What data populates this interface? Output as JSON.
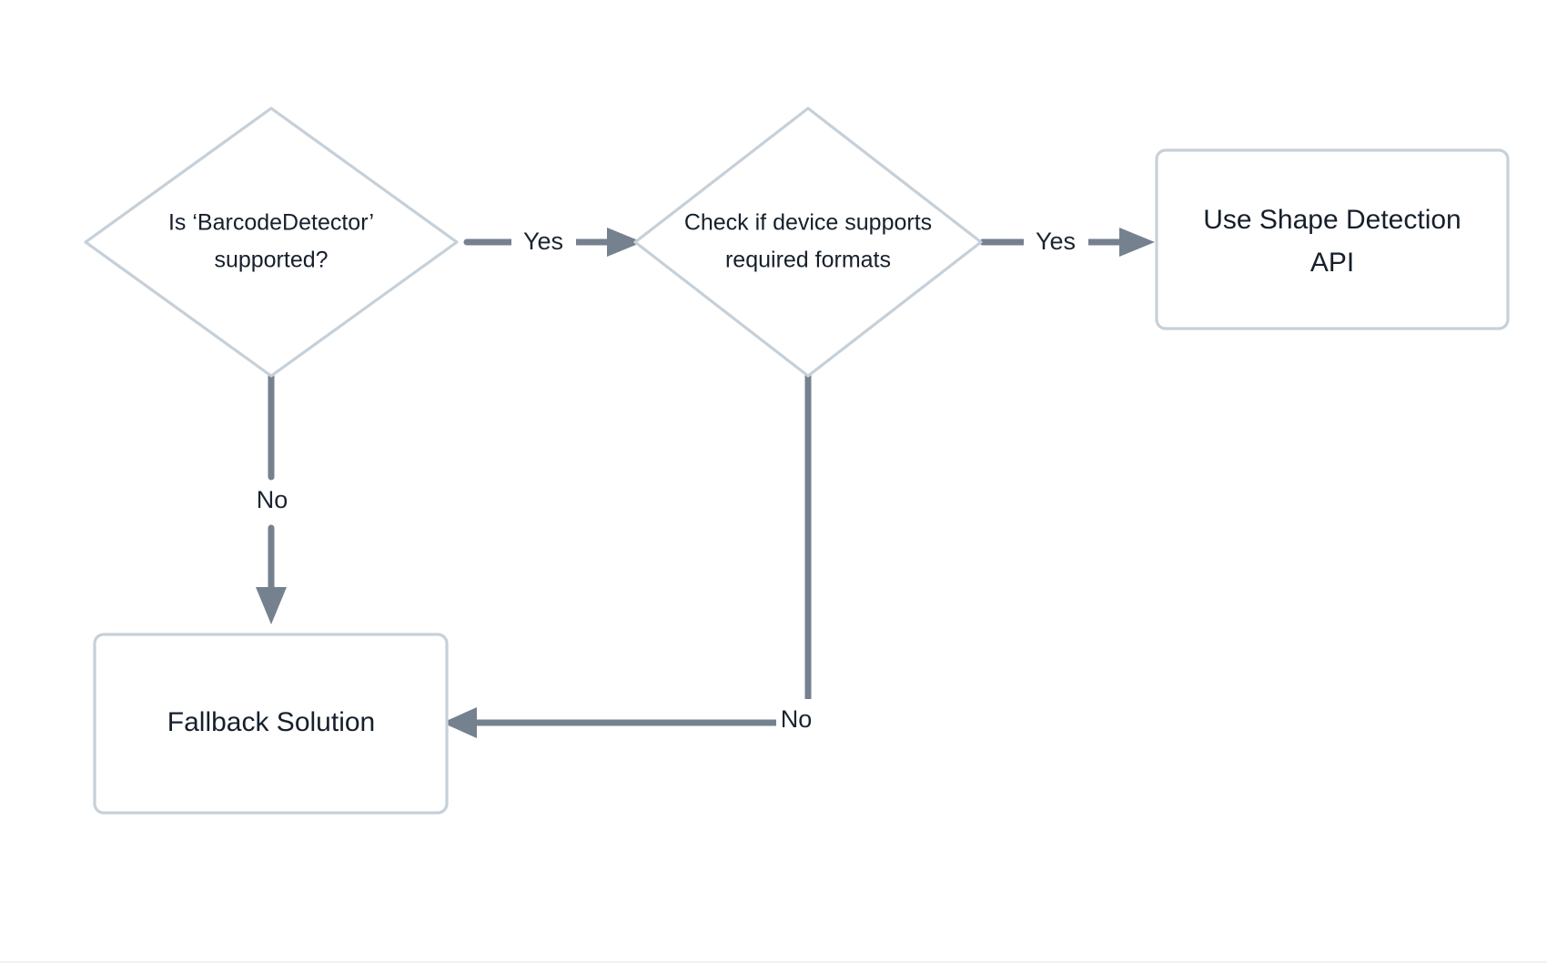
{
  "diagram": {
    "type": "flowchart",
    "orientation": "left-to-right",
    "background_color": "#ffffff",
    "node_fill_color": "#ffffff",
    "node_border_color": "#c6d0d9",
    "node_text_color": "#161f2b",
    "edge_color": "#75818f",
    "edge_label_text_color": "#1c2431",
    "nodes": [
      {
        "id": "barcode-detector-check",
        "shape": "diamond",
        "lines": [
          "Is ‘BarcodeDetector’",
          "supported?"
        ],
        "text": "Is ‘BarcodeDetector’ supported?"
      },
      {
        "id": "device-format-check",
        "shape": "diamond",
        "lines": [
          "Check if device supports",
          "required formats"
        ],
        "text": "Check if device supports required formats"
      },
      {
        "id": "use-shape-detection-api",
        "shape": "rounded-rectangle",
        "lines": [
          "Use Shape Detection",
          "API"
        ],
        "text": "Use Shape Detection API"
      },
      {
        "id": "fallback-solution",
        "shape": "rounded-rectangle",
        "lines": [
          "Fallback Solution"
        ],
        "text": "Fallback Solution"
      }
    ],
    "edges": [
      {
        "id": "edge-barcode-yes",
        "from": "barcode-detector-check",
        "to": "device-format-check",
        "label": "Yes"
      },
      {
        "id": "edge-barcode-no",
        "from": "barcode-detector-check",
        "to": "fallback-solution",
        "label": "No"
      },
      {
        "id": "edge-formats-yes",
        "from": "device-format-check",
        "to": "use-shape-detection-api",
        "label": "Yes"
      },
      {
        "id": "edge-formats-no",
        "from": "device-format-check",
        "to": "fallback-solution",
        "label": "No"
      }
    ]
  }
}
